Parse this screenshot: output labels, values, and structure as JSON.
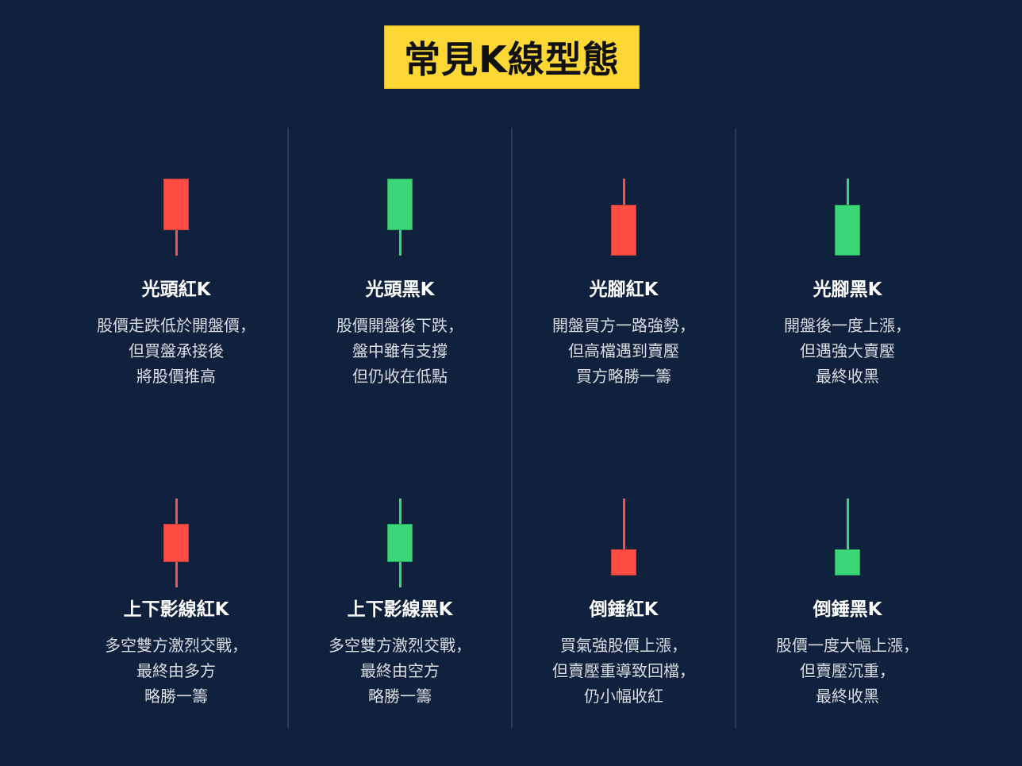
{
  "title": "常見K線型態",
  "colors": {
    "background": "#10213d",
    "title_bg": "#fdd835",
    "red": "#ff4d45",
    "green": "#3ad677",
    "divider": "#2a3b57"
  },
  "patterns": [
    {
      "name": "光頭紅K",
      "color": "red",
      "desc": [
        "股價走跌低於開盤價，",
        "但買盤承接後",
        "將股價推高"
      ]
    },
    {
      "name": "光頭黑K",
      "color": "green",
      "desc": [
        "股價開盤後下跌，",
        "盤中雖有支撐",
        "但仍收在低點"
      ]
    },
    {
      "name": "光腳紅K",
      "color": "red",
      "desc": [
        "開盤買方一路強勢，",
        "但高檔遇到賣壓",
        "買方略勝一籌"
      ]
    },
    {
      "name": "光腳黑K",
      "color": "green",
      "desc": [
        "開盤後一度上漲，",
        "但遇強大賣壓",
        "最終收黑"
      ]
    },
    {
      "name": "上下影線紅K",
      "color": "red",
      "desc": [
        "多空雙方激烈交戰，",
        "最終由多方",
        "略勝一籌"
      ]
    },
    {
      "name": "上下影線黑K",
      "color": "green",
      "desc": [
        "多空雙方激烈交戰，",
        "最終由空方",
        "略勝一籌"
      ]
    },
    {
      "name": "倒錘紅K",
      "color": "red",
      "desc": [
        "買氣強股價上漲，",
        "但賣壓重導致回檔，",
        "仍小幅收紅"
      ]
    },
    {
      "name": "倒錘黑K",
      "color": "green",
      "desc": [
        "股價一度大幅上漲，",
        "但賣壓沉重，",
        "最終收黑"
      ]
    }
  ]
}
